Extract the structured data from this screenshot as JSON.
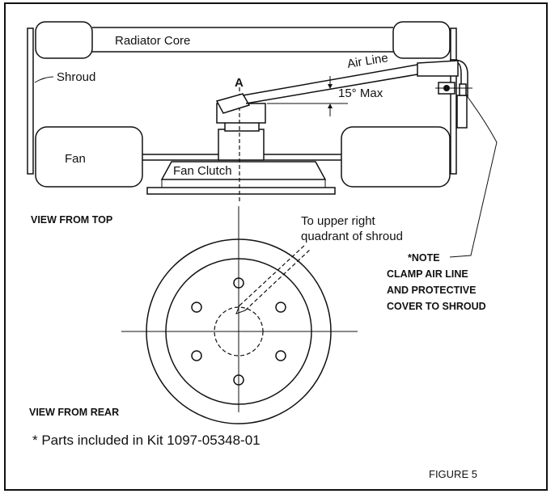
{
  "labels": {
    "radiator_core": "Radiator Core",
    "shroud": "Shroud",
    "air_line": "Air Line",
    "point_a": "A",
    "angle": "15° Max",
    "fan": "Fan",
    "fan_clutch": "Fan Clutch",
    "view_top": "VIEW FROM TOP",
    "upper_right_line1": "To upper right",
    "upper_right_line2": "quadrant of shroud",
    "note_title": "*NOTE",
    "note_line1": "CLAMP AIR LINE",
    "note_line2": "AND PROTECTIVE",
    "note_line3": "COVER TO SHROUD",
    "view_rear": "VIEW FROM REAR",
    "kit_note": "* Parts included in Kit 1097-05348-01",
    "figure": "FIGURE 5"
  }
}
